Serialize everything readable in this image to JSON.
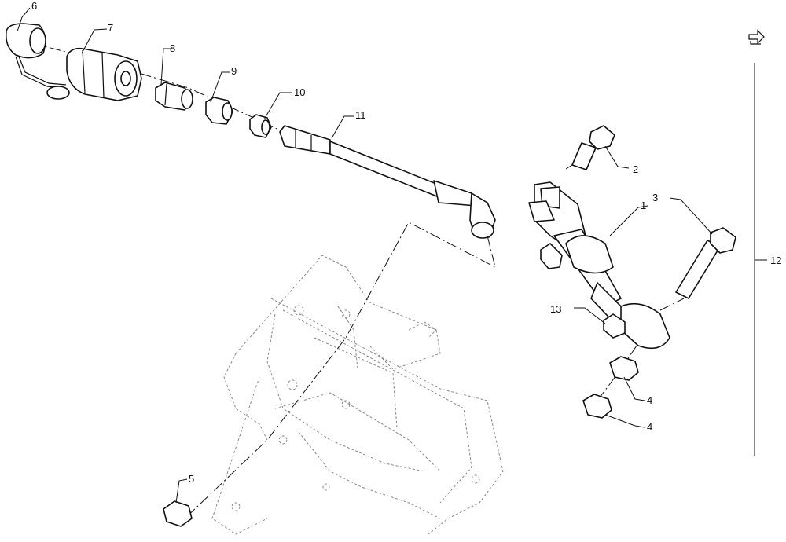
{
  "callouts": {
    "c1": "1",
    "c2": "2",
    "c3": "3",
    "c4a": "4",
    "c4b": "4",
    "c5": "5",
    "c6": "6",
    "c7": "7",
    "c8": "8",
    "c9": "9",
    "c10": "10",
    "c11": "11",
    "c12": "12",
    "c13": "13"
  },
  "icons": {
    "corner": "next-page-arrow-icon"
  },
  "colors": {
    "line": "#111111",
    "ghost": "#888888",
    "background": "#ffffff"
  }
}
